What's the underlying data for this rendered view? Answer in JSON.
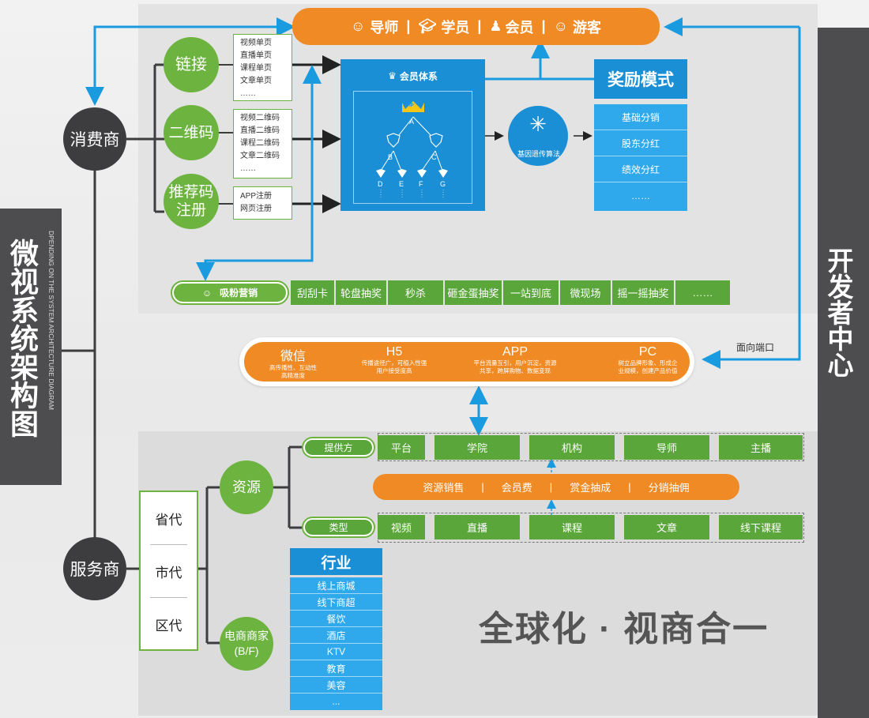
{
  "side_title": {
    "title": "微视系统架构图",
    "subtitle": "DPENDING ON THE SYSTEM ARCHITECTURE DIAGRAM"
  },
  "right_title": "开发者中心",
  "top_roles": [
    "导师",
    "学员",
    "会员",
    "游客"
  ],
  "consumer": "消费商",
  "service": "服务商",
  "entries": [
    {
      "label": "链接",
      "items": [
        "视频单页",
        "直播单页",
        "课程单页",
        "文章单页",
        "……"
      ]
    },
    {
      "label": "二维码",
      "items": [
        "视频二维码",
        "直播二维码",
        "课程二维码",
        "文章二维码",
        "……"
      ]
    },
    {
      "label": "推荐码\n注册",
      "items": [
        "APP注册",
        "网页注册"
      ]
    }
  ],
  "member_system": {
    "title": "会员体系",
    "vip": "VIP",
    "nodes": [
      "A",
      "B",
      "C",
      "D",
      "E",
      "F",
      "G"
    ]
  },
  "algorithm": "基因遗传算法",
  "reward": {
    "title": "奖励模式",
    "items": [
      "基础分销",
      "股东分红",
      "绩效分红",
      "……"
    ]
  },
  "fans_bar": {
    "label": "吸粉营销",
    "items": [
      "刮刮卡",
      "轮盘抽奖",
      "秒杀",
      "砸金蛋抽奖",
      "一站到底",
      "微现场",
      "摇一摇抽奖",
      "……"
    ]
  },
  "port_label": "面向端口",
  "platforms": [
    {
      "name": "微信",
      "desc": "高传播性、互动性\n高精准度"
    },
    {
      "name": "H5",
      "desc": "传播途径广，可植入性强\n用户接受度高"
    },
    {
      "name": "APP",
      "desc": "平台流量互引，用户沉淀，资源\n共享，跨屏购物、数据变现"
    },
    {
      "name": "PC",
      "desc": "树立品牌形象、形成企\n业规模，创建产品价值"
    }
  ],
  "agents": [
    "省代",
    "市代",
    "区代"
  ],
  "resource": "资源",
  "merchant": "电商商家\n(B/F)",
  "provider": {
    "label": "提供方",
    "items": [
      "平台",
      "学院",
      "机构",
      "导师",
      "主播"
    ]
  },
  "revenue": [
    "资源销售",
    "会员费",
    "赏金抽成",
    "分销抽佣"
  ],
  "types": {
    "label": "类型",
    "items": [
      "视频",
      "直播",
      "课程",
      "文章",
      "线下课程"
    ]
  },
  "industry": {
    "title": "行业",
    "items": [
      "线上商城",
      "线下商超",
      "餐饮",
      "酒店",
      "KTV",
      "教育",
      "美容",
      "..."
    ]
  },
  "slogan": "全球化 · 视商合一",
  "colors": {
    "orange": "#f08a24",
    "green": "#6db33f",
    "blue": "#1a8fd6",
    "dark": "#3d3d40",
    "arrow": "#1a9be0"
  }
}
